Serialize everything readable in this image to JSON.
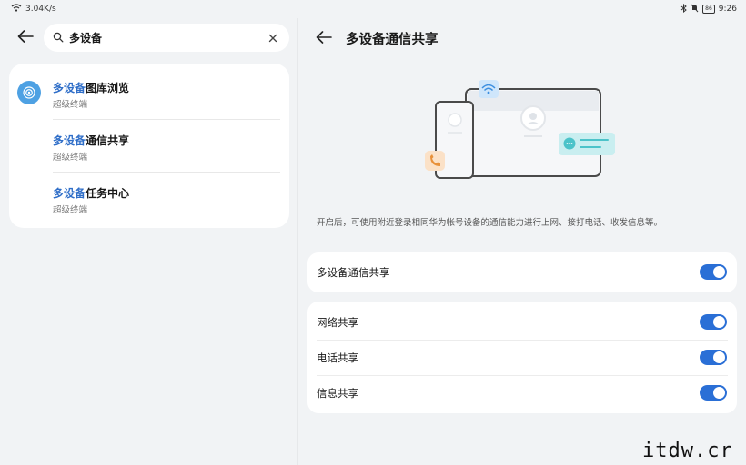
{
  "status_bar": {
    "network_speed": "3.04K/s",
    "battery": "86",
    "time": "9:26",
    "icons": [
      "wifi-icon",
      "bluetooth-icon",
      "mute-icon",
      "battery-icon"
    ]
  },
  "search": {
    "query": "多设备",
    "results": [
      {
        "highlight": "多设备",
        "rest": "图库浏览",
        "subtitle": "超级终端"
      },
      {
        "highlight": "多设备",
        "rest": "通信共享",
        "subtitle": "超级终端"
      },
      {
        "highlight": "多设备",
        "rest": "任务中心",
        "subtitle": "超级终端"
      }
    ]
  },
  "detail": {
    "title": "多设备通信共享",
    "description": "开启后，可使用附近登录相同华为帐号设备的通信能力进行上网、接打电话、收发信息等。",
    "main_toggle": {
      "label": "多设备通信共享",
      "on": true
    },
    "sub_toggles": [
      {
        "label": "网络共享",
        "on": true
      },
      {
        "label": "电话共享",
        "on": true
      },
      {
        "label": "信息共享",
        "on": true
      }
    ]
  },
  "colors": {
    "accent": "#2a6fd6",
    "highlight_text": "#2f6ec8",
    "background": "#f1f3f5",
    "card": "#ffffff"
  },
  "watermark": "itdw.cr"
}
